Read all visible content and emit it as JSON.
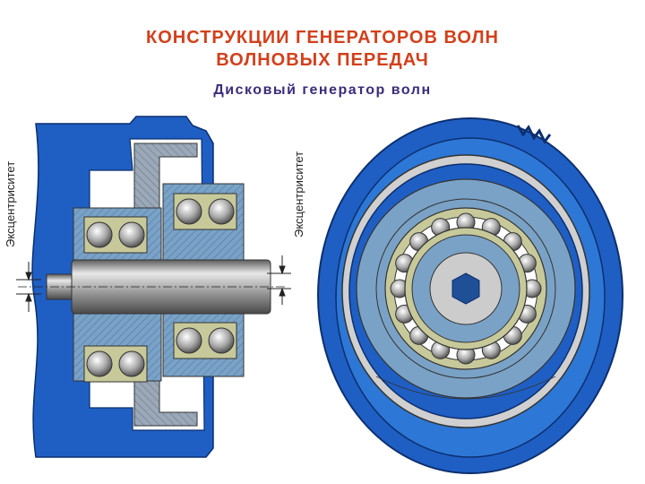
{
  "title": {
    "line1": "КОНСТРУКЦИИ  ГЕНЕРАТОРОВ  ВОЛН",
    "line2": "ВОЛНОВЫХ  ПЕРЕДАЧ"
  },
  "subtitle": "Дисковый  генератор  волн",
  "labels": {
    "eccentricity_left": "Эксцентриситет",
    "eccentricity_right": "Эксцентриситет"
  },
  "colors": {
    "title": "#d2401c",
    "subtitle": "#3c2c7a",
    "housing_blue": "#1f5fc4",
    "steel_blue": "#7aa2c6",
    "bearing_race": "#c8c99a",
    "ball_gray": "#b8b8b8"
  }
}
